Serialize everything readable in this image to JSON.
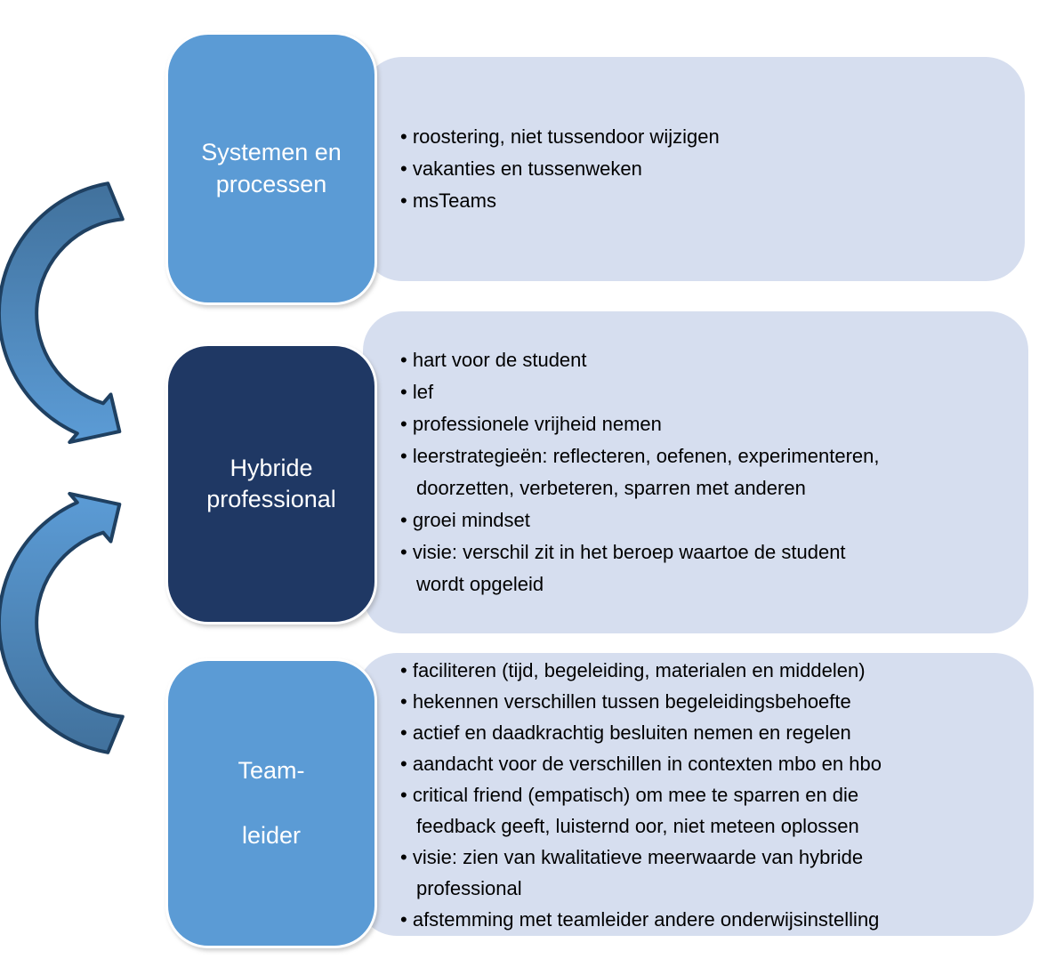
{
  "diagram": {
    "rows": [
      {
        "label": "Systemen en\nprocessen",
        "items": [
          "roostering, niet tussendoor wijzigen",
          "vakanties en tussenweken",
          "msTeams"
        ]
      },
      {
        "label": "Hybride\nprofessional",
        "items": [
          "hart voor de student",
          "lef",
          "professionele vrijheid nemen",
          "leerstrategieën: reflecteren, oefenen, experimenteren,\ndoorzetten, verbeteren, sparren met anderen",
          "groei mindset",
          "visie: verschil zit in het beroep waartoe de student\nwordt opgeleid"
        ]
      },
      {
        "label": "Team-\nleider",
        "items": [
          "faciliteren (tijd, begeleiding, materialen en middelen)",
          "hekennen verschillen tussen begeleidingsbehoefte",
          "actief en daadkrachtig besluiten nemen en regelen",
          "aandacht voor de verschillen in contexten mbo en hbo",
          "critical friend (empatisch) om mee te sparren en die\nfeedback geeft, luisternd oor, niet meteen oplossen",
          "visie: zien van kwalitatieve meerwaarde van hybride\nprofessional",
          "afstemming met teamleider andere onderwijsinstelling"
        ]
      }
    ],
    "colors": {
      "box_blue": "#5B9BD5",
      "box_dark_navy": "#1F3864",
      "panel_light_blue": "#D6DEEF",
      "arrow_fill_light": "#5B9BD5",
      "arrow_fill_dark": "#41719C",
      "arrow_outline": "#1F4061",
      "label_text": "#FFFFFF",
      "bullet_text": "#000000"
    }
  }
}
